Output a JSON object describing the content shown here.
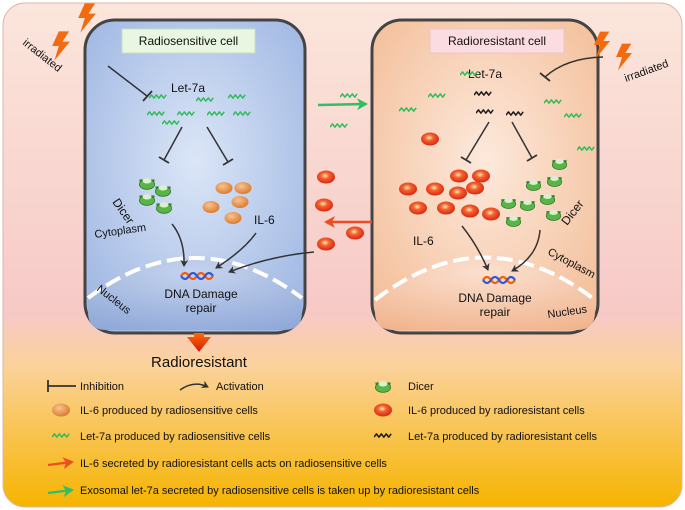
{
  "colors": {
    "frame_top": "#fbe3d8",
    "frame_bottom": "#f7b500",
    "sensitive_cell": "#a9bfe6",
    "resistant_cell": "#f6c6a8",
    "let7a_sensitive": "#2ebd5a",
    "let7a_resistant": "#1a1a1a",
    "dicer": "#3d9a33",
    "il6_sensitive": "#e58a3c",
    "il6_resistant": "#e8331c",
    "dna_strand_a": "#ff5a00",
    "dna_strand_b": "#2f5bd1",
    "lightning": "#f36b10",
    "green_arrow": "#2fbf62",
    "red_arrow": "#ee4d22"
  },
  "left_cell": {
    "title": "Radiosensitive cell",
    "irradiated": "irradiated",
    "let7a": "Let-7a",
    "dicer": "Dicer",
    "il6": "IL-6",
    "cytoplasm": "Cytoplasm",
    "nucleus": "Nucleus",
    "dna_line1": "DNA Damage",
    "dna_line2": "repair",
    "outcome": "Radioresistant"
  },
  "right_cell": {
    "title": "Radioresistant cell",
    "irradiated": "irradiated",
    "let7a": "Let-7a",
    "dicer": "Dicer",
    "il6": "IL-6",
    "cytoplasm": "Cytoplasm",
    "nucleus": "Nucleus",
    "dna_line1": "DNA Damage",
    "dna_line2": "repair"
  },
  "legend": {
    "inhibition": "Inhibition",
    "activation": "Activation",
    "dicer": "Dicer",
    "il6_sensitive": "IL-6 produced by radiosensitive cells",
    "il6_resistant": "IL-6 produced by radioresistant cells",
    "let7a_sensitive": "Let-7a produced by radiosensitive cells",
    "let7a_resistant": "Let-7a produced by radioresistant cells",
    "red_arrow": "IL-6 secreted by radioresistant cells acts on radiosensitive cells",
    "green_arrow": "Exosomal let-7a secreted by radiosensitive cells  is taken up by radioresistant cells"
  }
}
